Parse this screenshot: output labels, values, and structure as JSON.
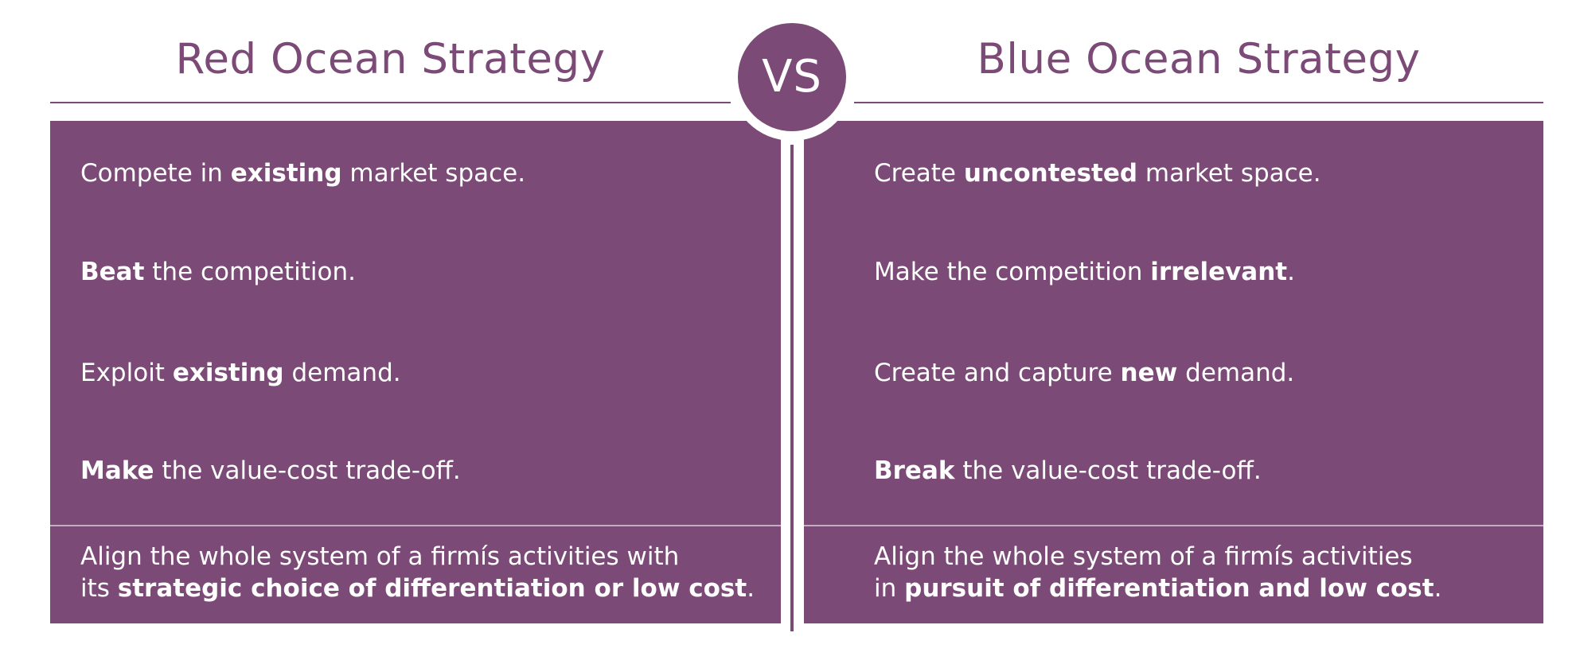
{
  "colors": {
    "accent": "#7b4a76",
    "text_on_accent": "#ffffff",
    "background": "#ffffff"
  },
  "vs_label": "VS",
  "left": {
    "title": "Red Ocean Strategy",
    "rows": [
      {
        "pre": "Compete in ",
        "bold": "existing",
        "post": " market space."
      },
      {
        "pre": "",
        "bold": "Beat",
        "post": " the competition."
      },
      {
        "pre": "Exploit ",
        "bold": "existing",
        "post": " demand."
      },
      {
        "pre": "",
        "bold": "Make",
        "post": " the value-cost trade-off."
      }
    ],
    "footer": {
      "line1": "Align the whole system of a firmís activities with",
      "line2_pre": "its ",
      "line2_bold": "strategic choice of differentiation or low cost",
      "line2_post": "."
    }
  },
  "right": {
    "title": "Blue Ocean Strategy",
    "rows": [
      {
        "pre": "Create ",
        "bold": "uncontested",
        "post": " market space."
      },
      {
        "pre": "Make the competition ",
        "bold": "irrelevant",
        "post": "."
      },
      {
        "pre": "Create and capture ",
        "bold": "new",
        "post": " demand."
      },
      {
        "pre": "",
        "bold": "Break",
        "post": " the value-cost trade-off."
      }
    ],
    "footer": {
      "line1": "Align the whole system of a firmís activities",
      "line2_pre": "in ",
      "line2_bold": "pursuit of differentiation and low cost",
      "line2_post": "."
    }
  }
}
